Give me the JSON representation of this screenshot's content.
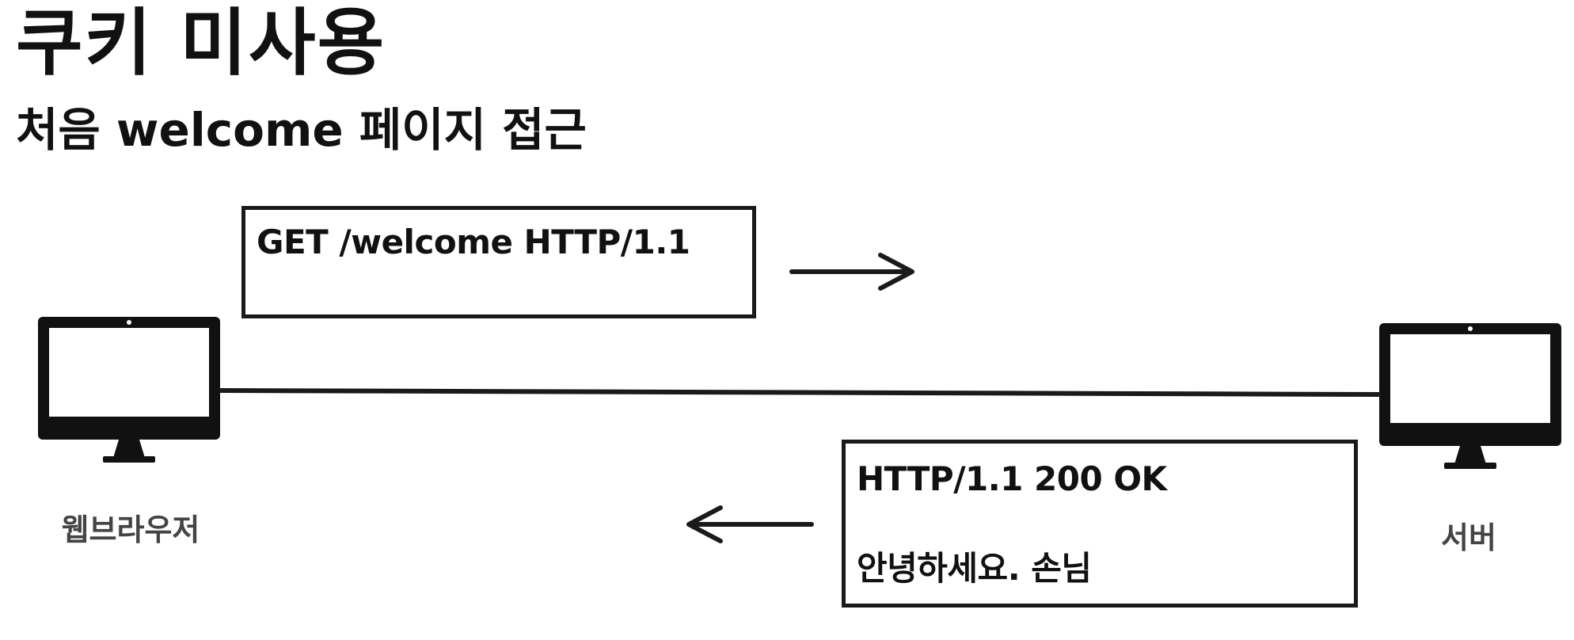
{
  "title": "쿠키 미사용",
  "subtitle": "처음 welcome 페이지 접근",
  "request": {
    "line": "GET /welcome HTTP/1.1"
  },
  "response": {
    "status_line": "HTTP/1.1 200 OK",
    "body": "안녕하세요. 손님"
  },
  "client": {
    "label": "웹브라우저",
    "icon": "monitor-icon"
  },
  "server": {
    "label": "서버",
    "icon": "monitor-icon"
  },
  "arrows": {
    "request_direction": "right",
    "response_direction": "left"
  },
  "colors": {
    "ink": "#111111",
    "label": "#444444",
    "background": "#ffffff"
  }
}
